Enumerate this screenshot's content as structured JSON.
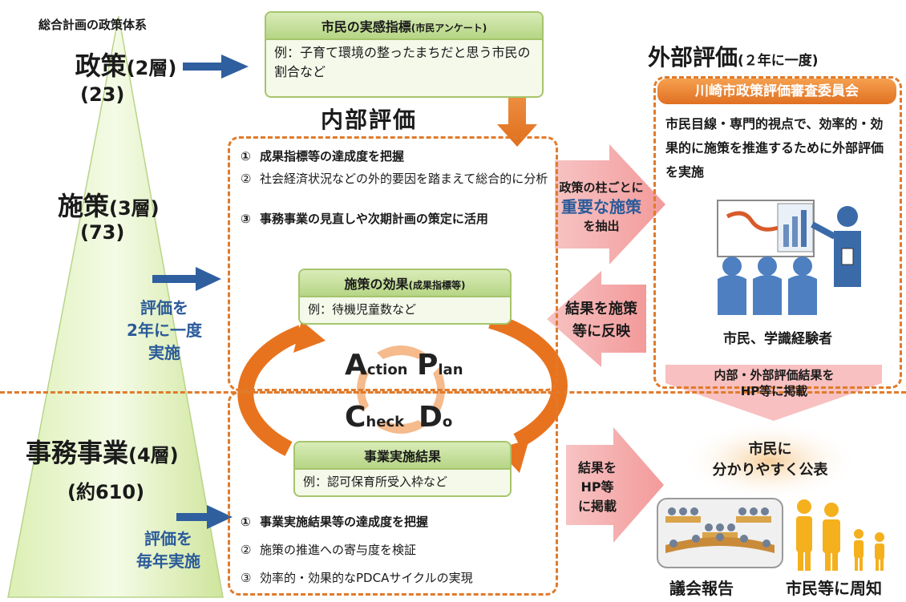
{
  "pyramid": {
    "caption": "総合計画の政策体系",
    "policy": {
      "name": "政策",
      "layer": "(2層)",
      "count": "(23)"
    },
    "measure": {
      "name": "施策",
      "layer": "(3層)",
      "count": "(73)"
    },
    "project": {
      "name": "事務事業",
      "layer": "(4層)",
      "count": "(約610)"
    },
    "eval_measure": [
      "評価を",
      "2年に一度",
      "実施"
    ],
    "eval_project": [
      "評価を",
      "毎年実施"
    ]
  },
  "citizen_indicator": {
    "title": "市民の実感指標",
    "subtitle": "(市民アンケート)",
    "example": "例：子育て環境の整ったまちだと思う市民の割合など"
  },
  "internal": {
    "title": "内部評価",
    "items": [
      {
        "num": "①",
        "text": "成果指標等の達成度を把握"
      },
      {
        "num": "②",
        "text": "社会経済状況などの外的要因を踏まえて総合的に分析"
      },
      {
        "num": "③",
        "text": "事務事業の見直しや次期計画の策定に活用"
      }
    ]
  },
  "measure_effect": {
    "title": "施策の効果",
    "subtitle": "(成果指標等)",
    "example": "例：待機児童数など"
  },
  "pdca": {
    "action": {
      "cap": "A",
      "rest": "ction"
    },
    "plan": {
      "cap": "P",
      "rest": "lan"
    },
    "check": {
      "cap": "C",
      "rest": "heck"
    },
    "do": {
      "cap": "D",
      "rest": "o"
    }
  },
  "project_result": {
    "title": "事業実施結果",
    "example": "例：認可保育所受入枠など"
  },
  "project_items": [
    {
      "num": "①",
      "text": "事業実施結果等の達成度を把握"
    },
    {
      "num": "②",
      "text": "施策の推進への寄与度を検証"
    },
    {
      "num": "③",
      "text": "効率的・効果的なPDCAサイクルの実現"
    }
  ],
  "arrows": {
    "extract": [
      "政策の柱ごとに",
      "重要な施策",
      "を抽出"
    ],
    "reflect": [
      "結果を施策",
      "等に反映"
    ],
    "publish_hp": [
      "結果を",
      "HP等",
      "に掲載"
    ],
    "publish_results": [
      "内部・外部評価結果を",
      "HP等に掲載"
    ]
  },
  "external": {
    "title": "外部評価",
    "frequency": "(２年に一度)",
    "committee": "川崎市政策評価審査委員会",
    "description": "市民目線・専門的視点で、効率的・効果的に施策を推進するために外部評価を実施",
    "members": "市民、学識経験者"
  },
  "public": {
    "headline": [
      "市民に",
      "分かりやすく公表"
    ],
    "council": "議会報告",
    "citizens": "市民等に周知"
  },
  "colors": {
    "orange": "#e07b2c",
    "blue": "#2a5b9a",
    "green": "#a6c46b",
    "pink": "#f4a6a6"
  }
}
